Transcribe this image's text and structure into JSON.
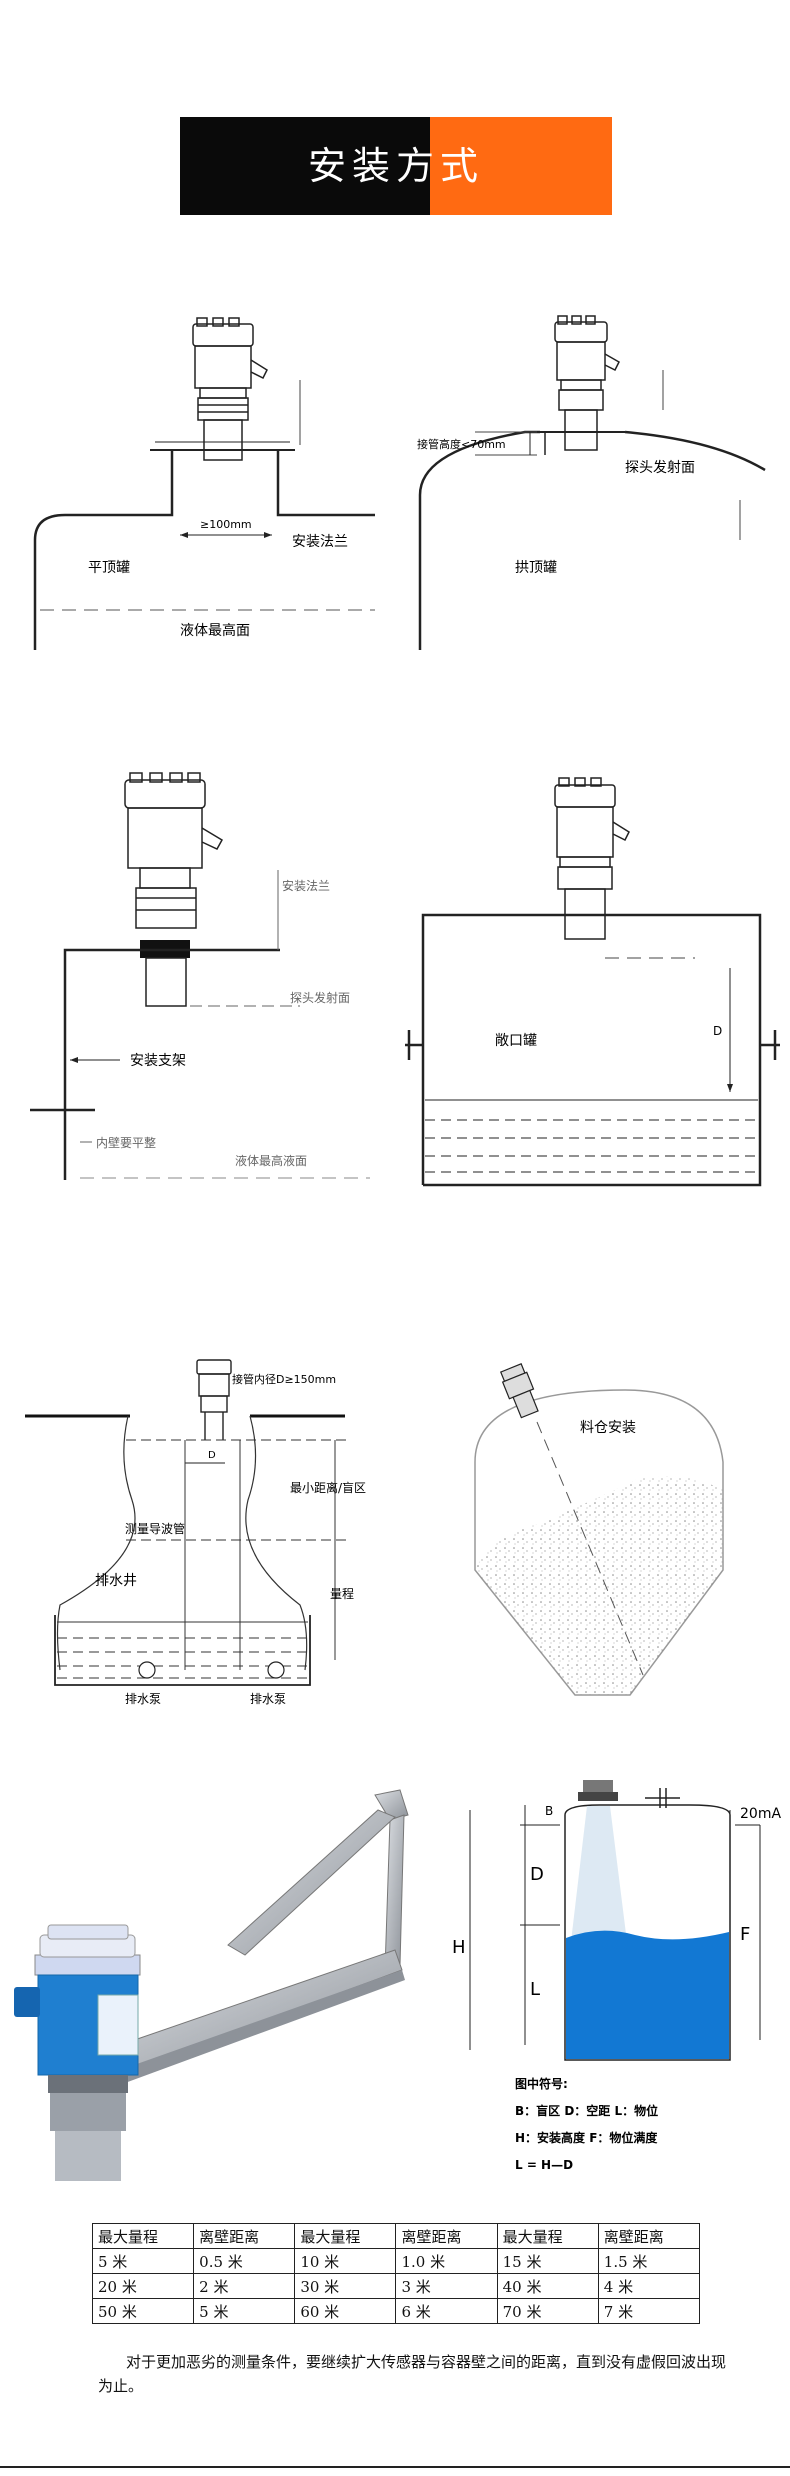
{
  "banner": {
    "title": "安装方式",
    "colors": {
      "dark": "#0a0a0a",
      "accent": "#ff6a12"
    }
  },
  "figure1": {
    "gap": "≥100mm",
    "flange": "安装法兰",
    "tank": "平顶罐",
    "level": "液体最高面"
  },
  "figure2": {
    "nozzle": "接管高度<70mm",
    "face": "探头发射面",
    "tank": "拱顶罐"
  },
  "figure3": {
    "flange": "安装法兰",
    "face": "探头发射面",
    "bracket": "安装支架",
    "wall": "内壁要平整",
    "level": "液体最高液面"
  },
  "figure4": {
    "tank": "敞口罐",
    "d": "D"
  },
  "figure5": {
    "pipe": "接管内径D≥150mm",
    "d": "D",
    "blind": "最小距离/盲区",
    "guide": "测量导波管",
    "well": "排水井",
    "range": "量程",
    "pump1": "排水泵",
    "pump2": "排水泵"
  },
  "figure6": {
    "label": "料仓安装"
  },
  "figure8": {
    "b": "B",
    "d": "D",
    "l": "L",
    "h": "H",
    "f": "F",
    "ma": "20mA",
    "legend": {
      "title": "图中符号:",
      "line1": "B：盲区  D：空距  L：物位",
      "line2": "H：安装高度  F：物位满度",
      "line3": "L = H—D"
    }
  },
  "table": {
    "header": [
      "最大量程",
      "离壁距离",
      "最大量程",
      "离壁距离",
      "最大量程",
      "离壁距离"
    ],
    "rows": [
      [
        "5 米",
        "0.5 米",
        "10 米",
        "1.0 米",
        "15 米",
        "1.5 米"
      ],
      [
        "20 米",
        "2 米",
        "30 米",
        "3 米",
        "40 米",
        "4 米"
      ],
      [
        "50 米",
        "5 米",
        "60 米",
        "6 米",
        "70 米",
        "7 米"
      ]
    ]
  },
  "note": "对于更加恶劣的测量条件，要继续扩大传感器与容器壁之间的距离，直到没有虚假回波出现为止。"
}
